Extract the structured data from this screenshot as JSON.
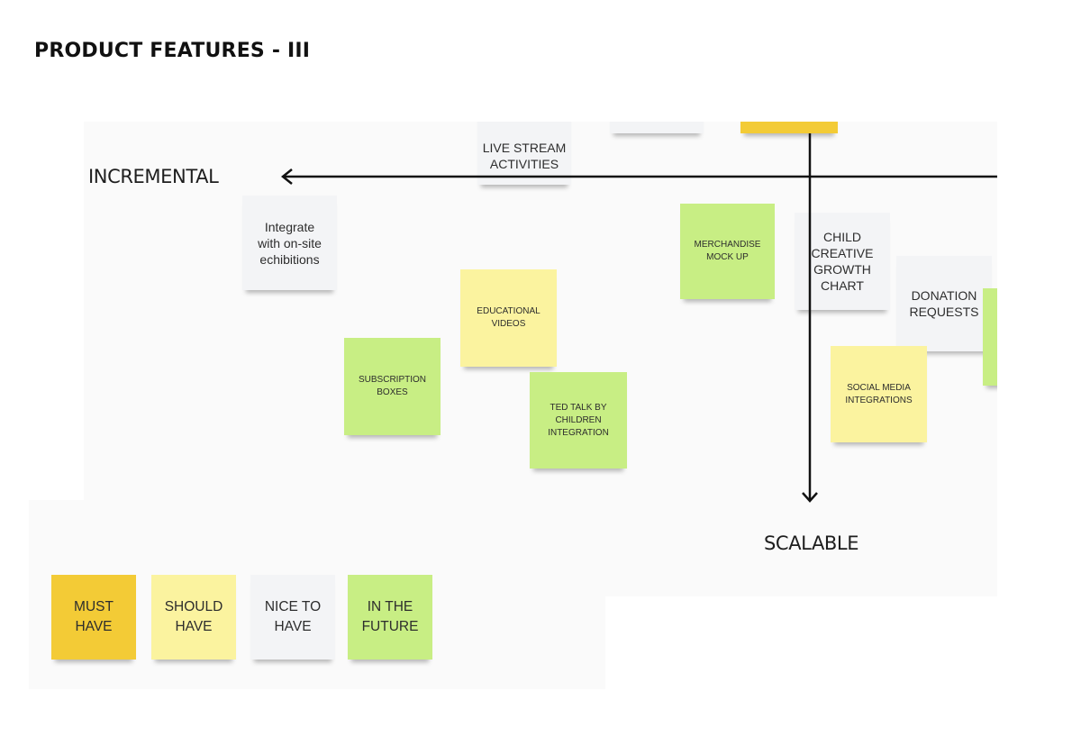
{
  "page": {
    "title": "PRODUCT FEATURES - III"
  },
  "axes": {
    "horizontal_label": "INCREMENTAL",
    "vertical_label": "SCALABLE"
  },
  "colors": {
    "must_have": "#f3cb36",
    "should_have": "#fbf39f",
    "nice_to_have": "#f3f4f6",
    "in_the_future": "#c8ee84",
    "axis_line": "#111111"
  },
  "notes": [
    {
      "text": "LIVE STREAM\nACTIVITIES",
      "category": "nice_to_have"
    },
    {
      "text": "",
      "category": "nice_to_have"
    },
    {
      "text": "",
      "category": "must_have"
    },
    {
      "text": "Integrate\nwith on-site\nechibitions",
      "category": "nice_to_have"
    },
    {
      "text": "MERCHANDISE\nMOCK UP",
      "category": "in_the_future"
    },
    {
      "text": "CHILD\nCREATIVE\nGROWTH\nCHART",
      "category": "nice_to_have"
    },
    {
      "text": "DONATION\nREQUESTS",
      "category": "nice_to_have"
    },
    {
      "text": "",
      "category": "in_the_future"
    },
    {
      "text": "EDUCATIONAL\nVIDEOS",
      "category": "should_have"
    },
    {
      "text": "SUBSCRIPTION\nBOXES",
      "category": "in_the_future"
    },
    {
      "text": "TED TALK BY\nCHILDREN\nINTEGRATION",
      "category": "in_the_future"
    },
    {
      "text": "SOCIAL MEDIA\nINTEGRATIONS",
      "category": "should_have"
    }
  ],
  "legend": [
    {
      "label": "MUST\nHAVE",
      "category": "must_have"
    },
    {
      "label": "SHOULD\nHAVE",
      "category": "should_have"
    },
    {
      "label": "NICE TO\nHAVE",
      "category": "nice_to_have"
    },
    {
      "label": "IN THE\nFUTURE",
      "category": "in_the_future"
    }
  ]
}
